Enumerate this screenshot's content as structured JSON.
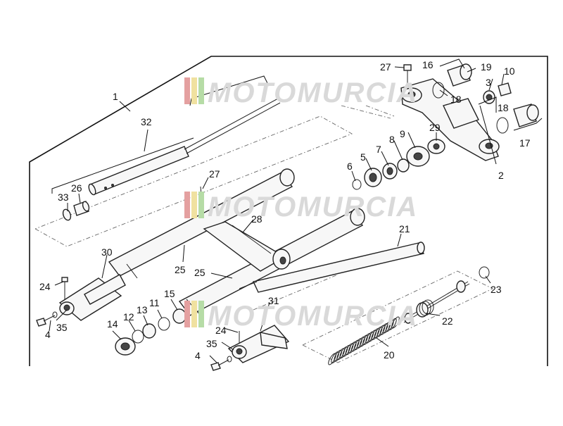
{
  "labels": {
    "l1": "1",
    "l2": "2",
    "l3": "3",
    "l4a": "4",
    "l4b": "4",
    "l5": "5",
    "l6": "6",
    "l7": "7",
    "l8": "8",
    "l9": "9",
    "l10": "10",
    "l11": "11",
    "l12": "12",
    "l13": "13",
    "l14": "14",
    "l15": "15",
    "l16": "16",
    "l17": "17",
    "l18a": "18",
    "l18b": "18",
    "l19": "19",
    "l20": "20",
    "l21": "21",
    "l22": "22",
    "l23": "23",
    "l24a": "24",
    "l24b": "24",
    "l25a": "25",
    "l25b": "25",
    "l26": "26",
    "l27a": "27",
    "l27b": "27",
    "l28": "28",
    "l29": "29",
    "l30": "30",
    "l31": "31",
    "l32": "32",
    "l33": "33",
    "l35a": "35",
    "l35b": "35"
  },
  "watermark": {
    "text": "MOTOMURCIA"
  },
  "colors": {
    "watermark_red": "#e4a0a0",
    "watermark_yellow": "#f0e1a0",
    "watermark_green": "#b6dca6",
    "watermark_text": "#d9d9d9"
  }
}
